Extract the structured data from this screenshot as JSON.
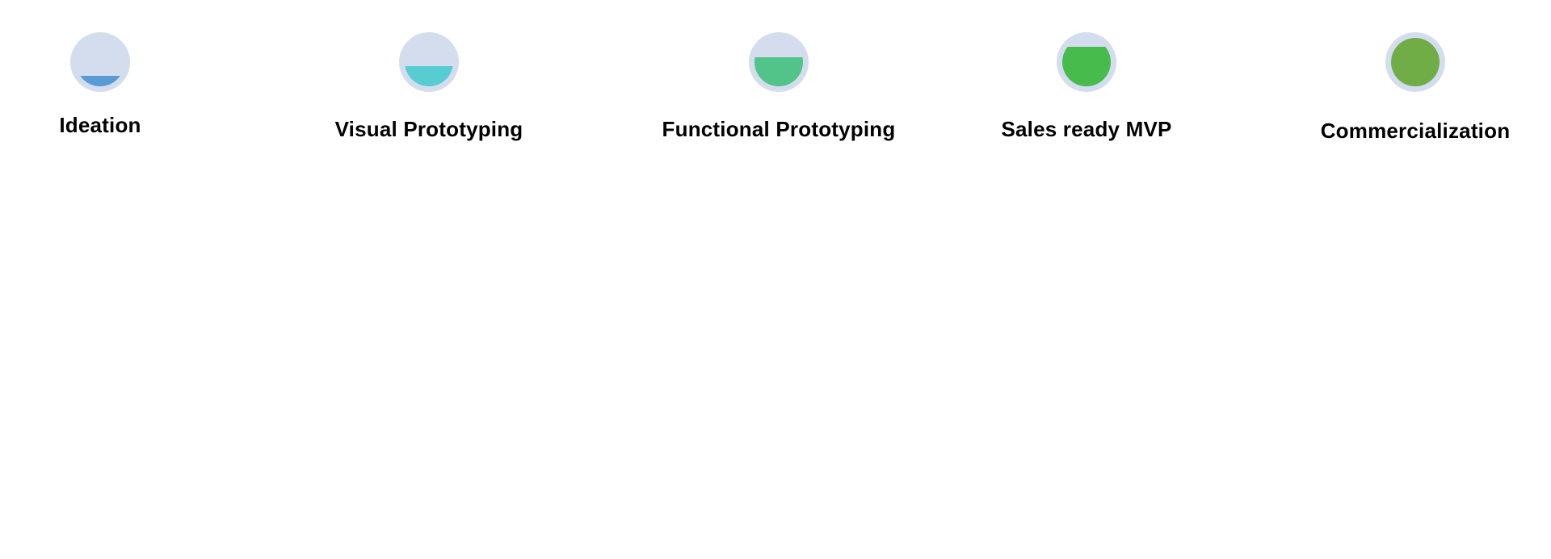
{
  "stages": [
    {
      "label": "Ideation",
      "fill_fraction": 0.22,
      "color": "#5b9bd5"
    },
    {
      "label": "Visual Prototyping",
      "fill_fraction": 0.42,
      "color": "#57cdd3"
    },
    {
      "label": "Functional Prototyping",
      "fill_fraction": 0.6,
      "color": "#52c389"
    },
    {
      "label": "Sales ready MVP",
      "fill_fraction": 0.82,
      "color": "#47bb4b"
    },
    {
      "label": "Commercialization",
      "fill_fraction": 1.0,
      "color": "#70ad47"
    }
  ],
  "colors": {
    "track": "#d3ddee"
  }
}
